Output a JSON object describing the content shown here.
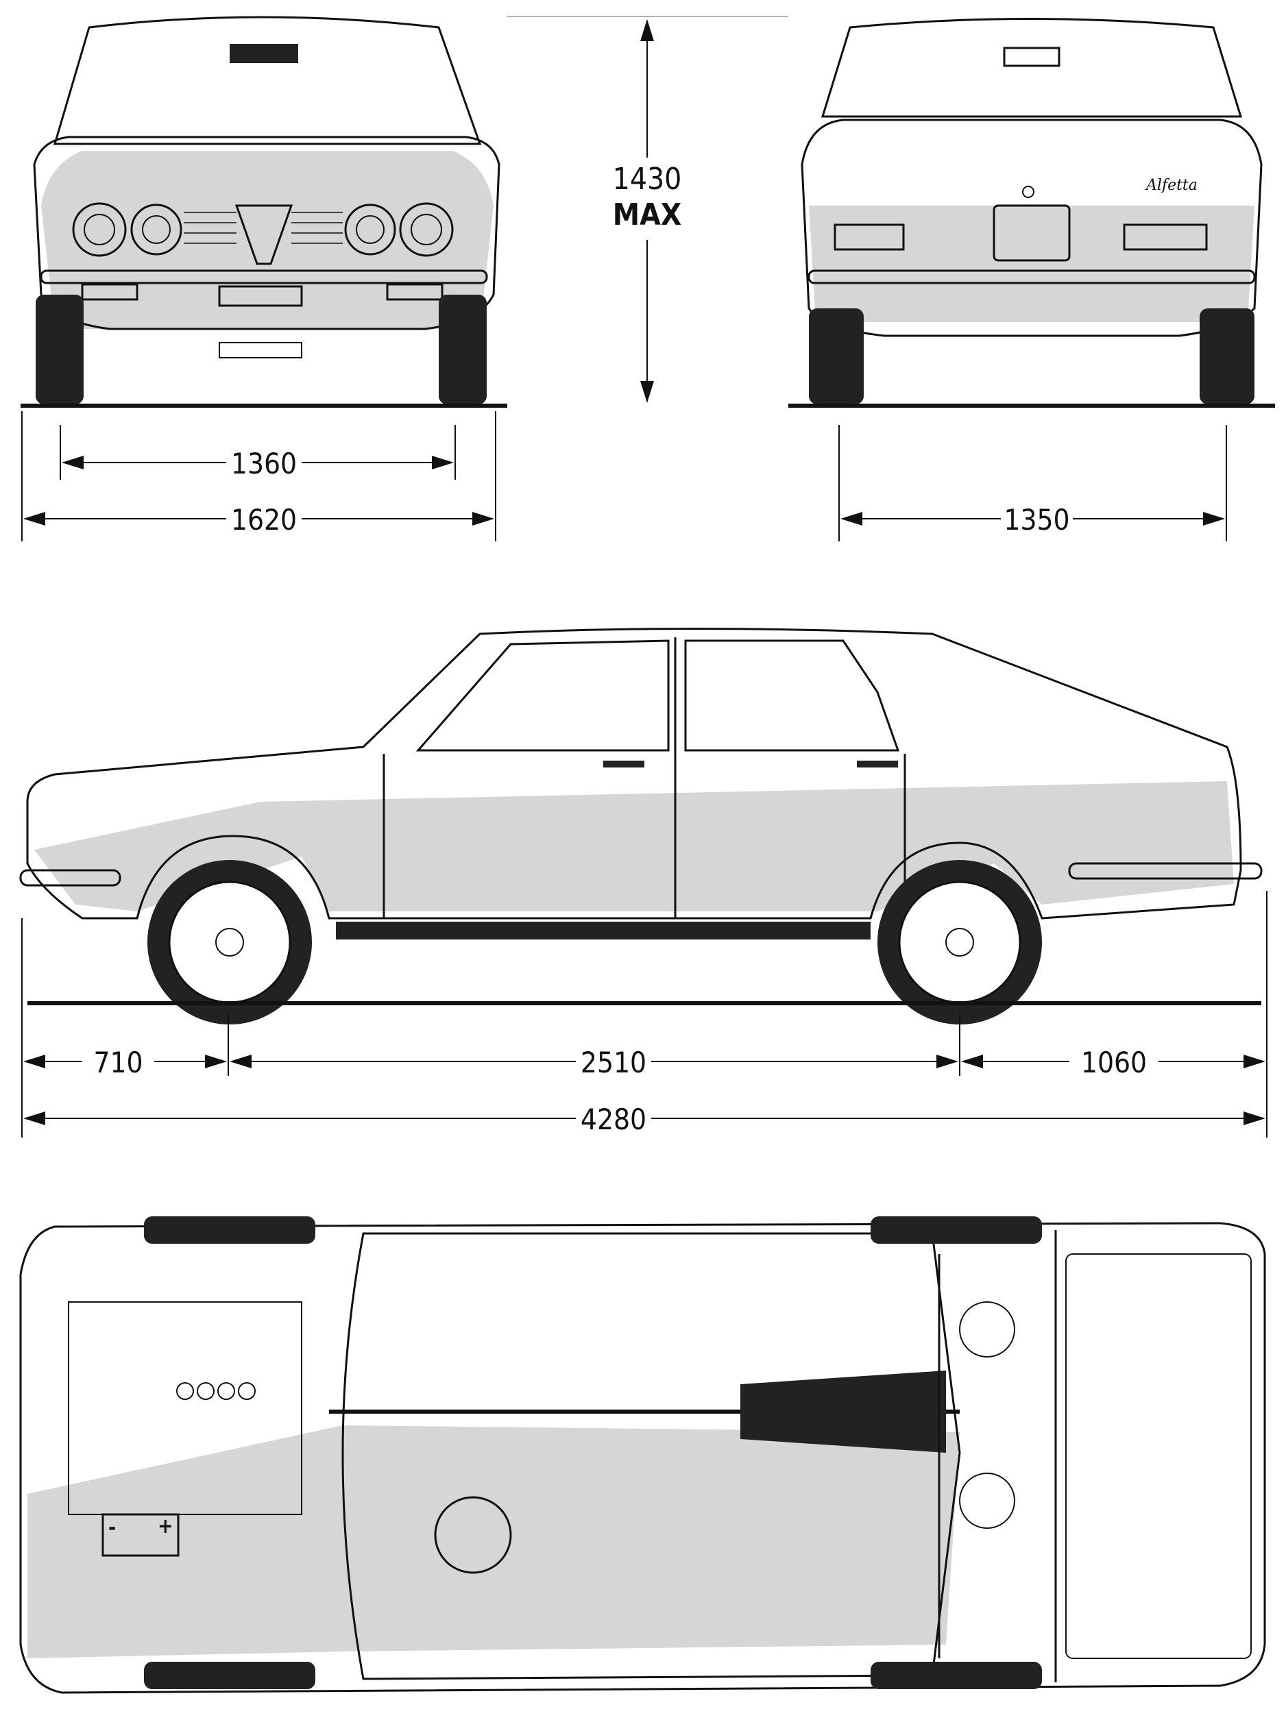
{
  "title": "Car blueprint - front, rear, side and top views",
  "badge": "Alfetta",
  "dimensions": {
    "height": "1430",
    "height_note": "MAX",
    "front_track": "1360",
    "width": "1620",
    "rear_track": "1350",
    "front_overhang": "710",
    "wheelbase": "2510",
    "rear_overhang": "1060",
    "length": "4280"
  },
  "battery_symbols": {
    "minus": "-",
    "plus": "+"
  },
  "colors": {
    "ink": "#111111",
    "shade": "#d6d6d6",
    "paper": "#ffffff"
  }
}
